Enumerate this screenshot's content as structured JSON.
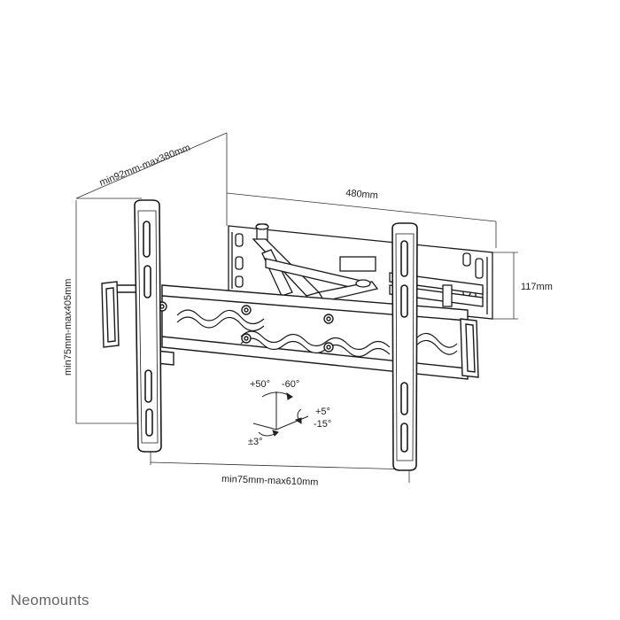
{
  "dimensions": {
    "depth": "min92mm-max380mm",
    "wall_plate_width": "480mm",
    "wall_plate_height": "117mm",
    "vesa_height": "min75mm-max405mm",
    "vesa_width": "min75mm-max610mm"
  },
  "angles": {
    "swivel_pos": "+50°",
    "swivel_neg": "-60°",
    "tilt_pos": "+5°",
    "tilt_neg": "-15°",
    "rotation": "±3°"
  },
  "brand": "Neomounts"
}
